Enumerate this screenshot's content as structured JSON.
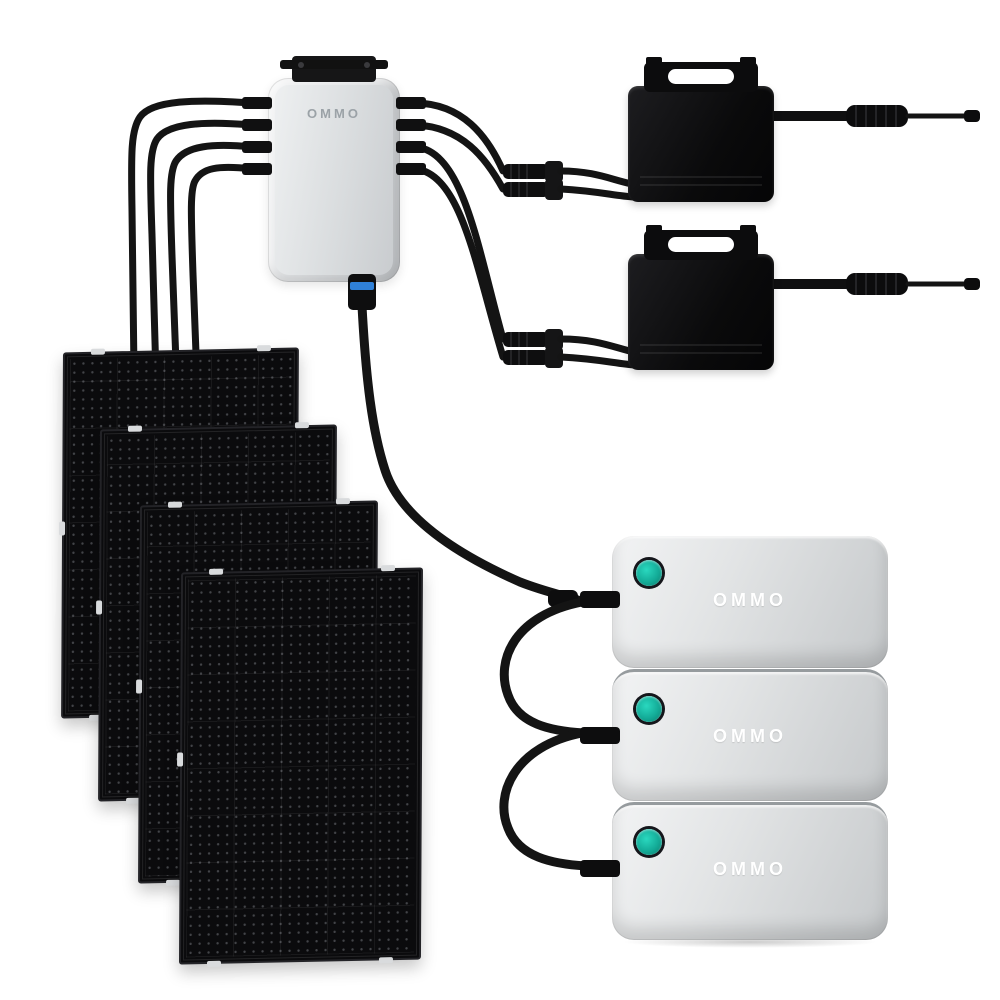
{
  "brand": "OMMO",
  "combiner": {
    "label": "OMMO"
  },
  "batteries": [
    {
      "label": "OMMO"
    },
    {
      "label": "OMMO"
    },
    {
      "label": "OMMO"
    }
  ],
  "components": {
    "solar_panels": 4,
    "microinverters": 2,
    "battery_modules": 3,
    "combiner_units": 1
  },
  "colors": {
    "background": "#ffffff",
    "cable_black": "#141414",
    "device_gray": "#dadcde",
    "panel_black": "#0b0b0d",
    "power_button_teal": "#18b7a2",
    "dc_connector_blue": "#2f80d8",
    "brand_text_gray": "#9ba2a7",
    "brand_text_white": "#ffffff"
  }
}
